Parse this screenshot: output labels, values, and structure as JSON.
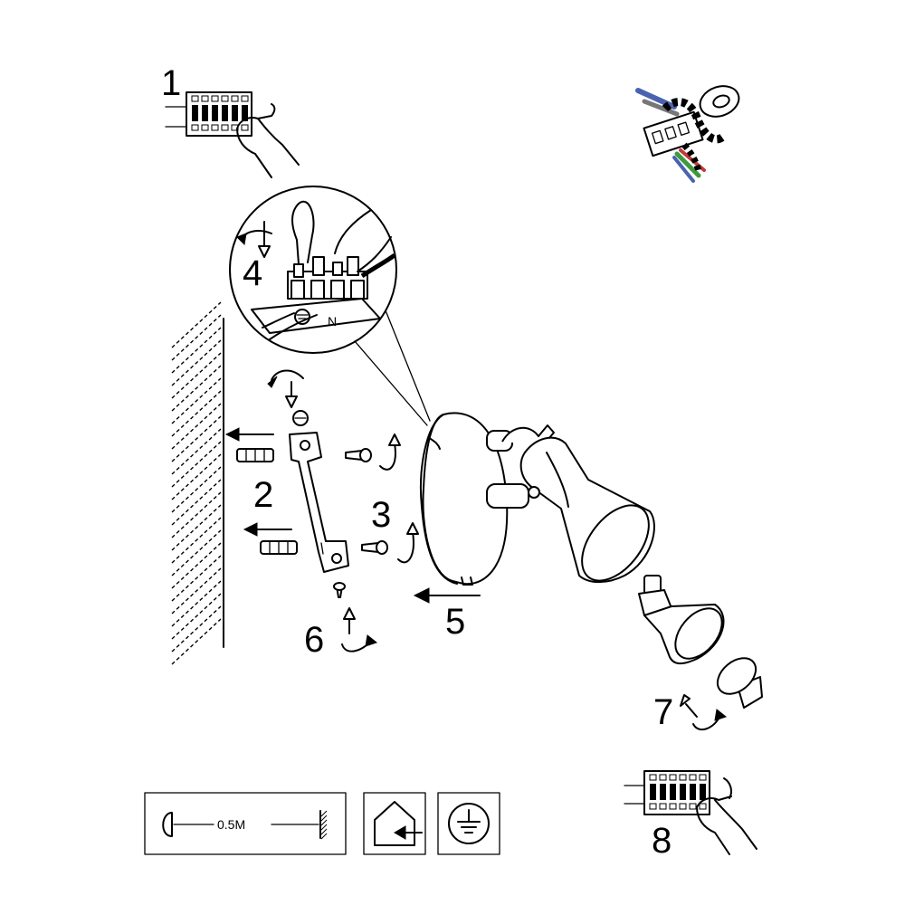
{
  "steps": {
    "s1": "1",
    "s2": "2",
    "s3": "3",
    "s4": "4",
    "s5": "5",
    "s6": "6",
    "s7": "7",
    "s8": "8"
  },
  "legend": {
    "distance": "0.5M"
  },
  "colors": {
    "line": "#000000",
    "background": "#ffffff",
    "wire_blue": "#4a63b0",
    "wire_brown": "#8a5a2b",
    "wire_green": "#3f9a3f",
    "wire_red": "#c23a3a"
  },
  "icons": {
    "indoor_use": "house-indoor-icon",
    "earth_ground": "earth-ground-icon",
    "min_distance": "minimum-distance-icon"
  }
}
